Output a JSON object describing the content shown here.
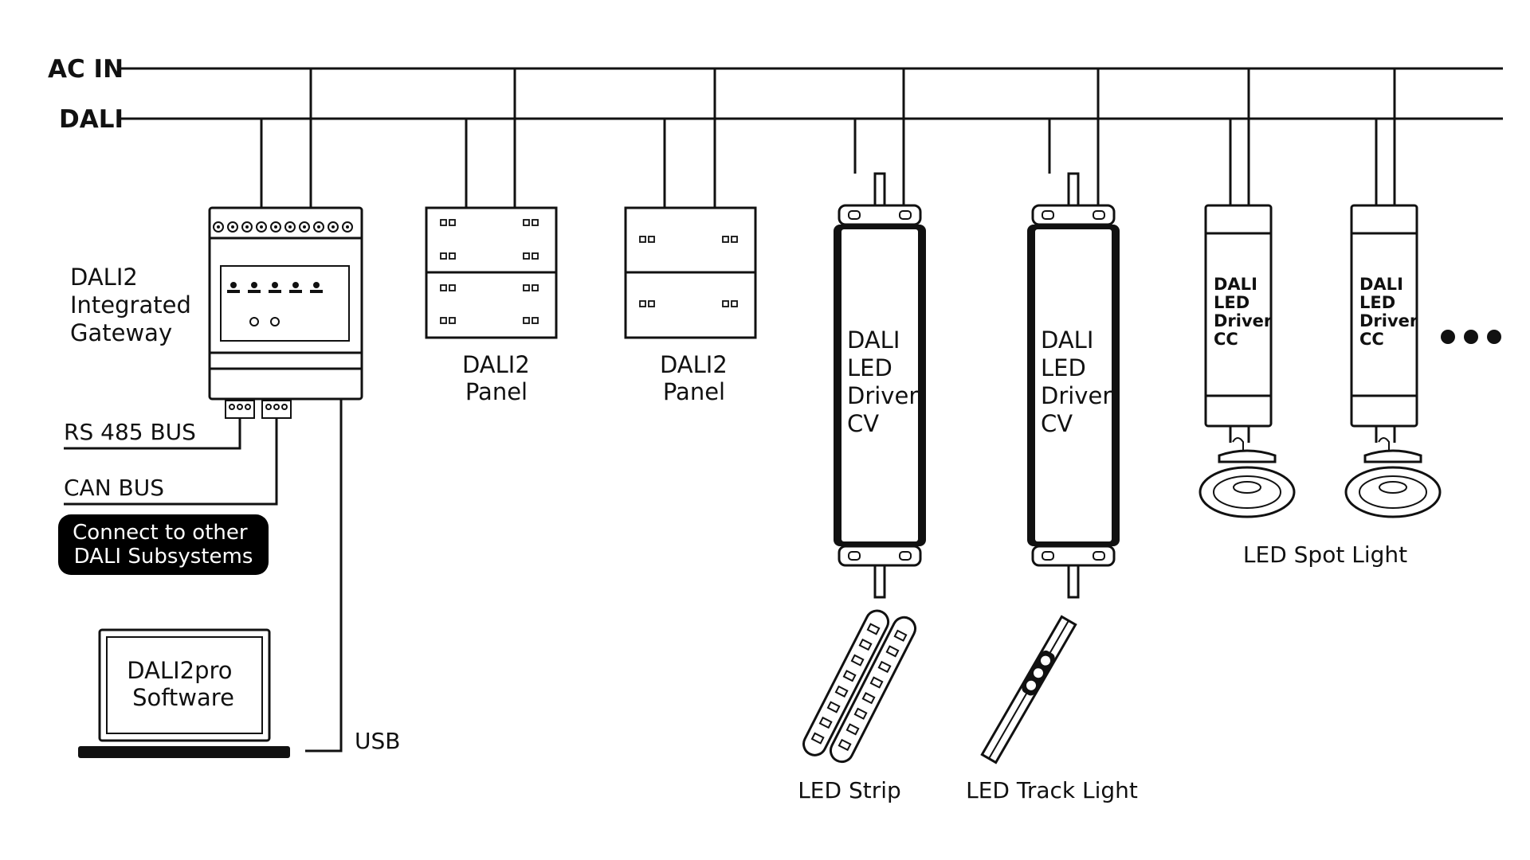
{
  "buses": {
    "ac_in": "AC IN",
    "dali": "DALI"
  },
  "gateway": {
    "label_lines": [
      "DALI2",
      "Integrated",
      "Gateway"
    ]
  },
  "rs485": "RS 485 BUS",
  "can": "CAN BUS",
  "connect_box": {
    "lines": [
      "Connect to other",
      "DALI Subsystems"
    ]
  },
  "software": {
    "lines": [
      "DALI2pro",
      "Software"
    ]
  },
  "usb": "USB",
  "panels": [
    {
      "lines": [
        "DALI2",
        "Panel"
      ]
    },
    {
      "lines": [
        "DALI2",
        "Panel"
      ]
    }
  ],
  "cv_drivers": [
    {
      "lines": [
        "DALI",
        "LED",
        "Driver",
        "CV"
      ],
      "load": "LED Strip"
    },
    {
      "lines": [
        "DALI",
        "LED",
        "Driver",
        "CV"
      ],
      "load": "LED Track Light"
    }
  ],
  "cc_drivers": [
    {
      "lines": [
        "DALI",
        "LED",
        "Driver",
        "CC"
      ]
    },
    {
      "lines": [
        "DALI",
        "LED",
        "Driver",
        "CC"
      ]
    }
  ],
  "spot_light": "LED Spot Light",
  "colors": {
    "line": "#111111",
    "background": "#ffffff",
    "connect_box_fill": "#000000",
    "connect_box_text": "#ffffff"
  }
}
